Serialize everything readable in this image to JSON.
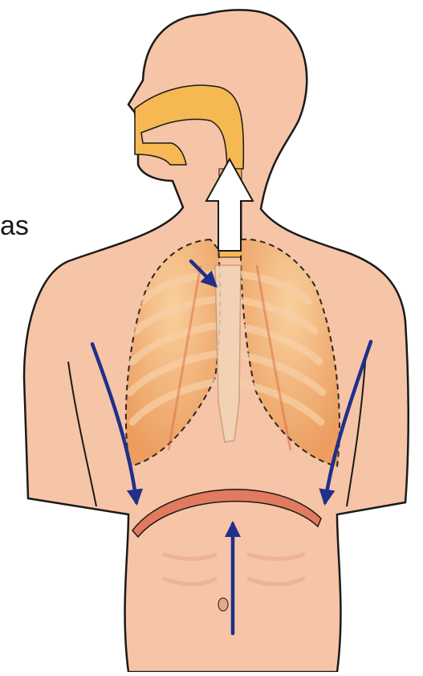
{
  "figure": {
    "fragment_text": "as",
    "colors": {
      "skin": "#f6c4a6",
      "skin_outline": "#1a1a1a",
      "airway": "#f5b852",
      "lung": "#f0a561",
      "lung_light": "#f7c98a",
      "rib": "#f3b98a",
      "diaphragm": "#e27a60",
      "arrow": "#1f2f8a",
      "airflow_arrow": "#ffffff"
    },
    "icons": [
      "upward-white-airflow-arrow",
      "blue-motion-arrow"
    ]
  }
}
